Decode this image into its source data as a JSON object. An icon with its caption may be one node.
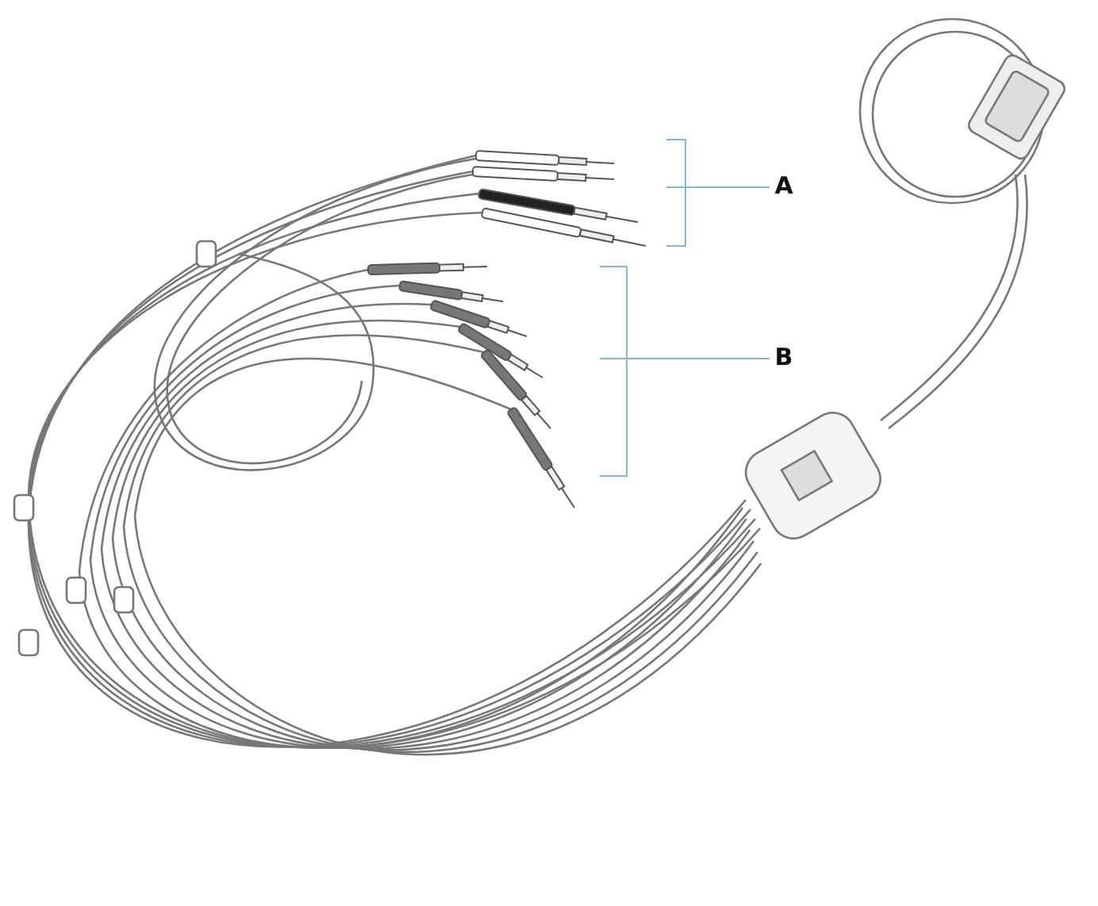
{
  "diagram": {
    "nodes": [
      {
        "text": [
          "A"
        ]
      },
      {
        "text": [
          "B"
        ]
      },
      {
        "text": [],
        "shape": "picture"
      },
      {
        "text": [],
        "shape": "picture"
      }
    ],
    "edges": [
      {
        "from": 0,
        "to": 2,
        "arrow": "none"
      },
      {
        "from": 1,
        "to": 3,
        "arrow": "none"
      }
    ]
  }
}
